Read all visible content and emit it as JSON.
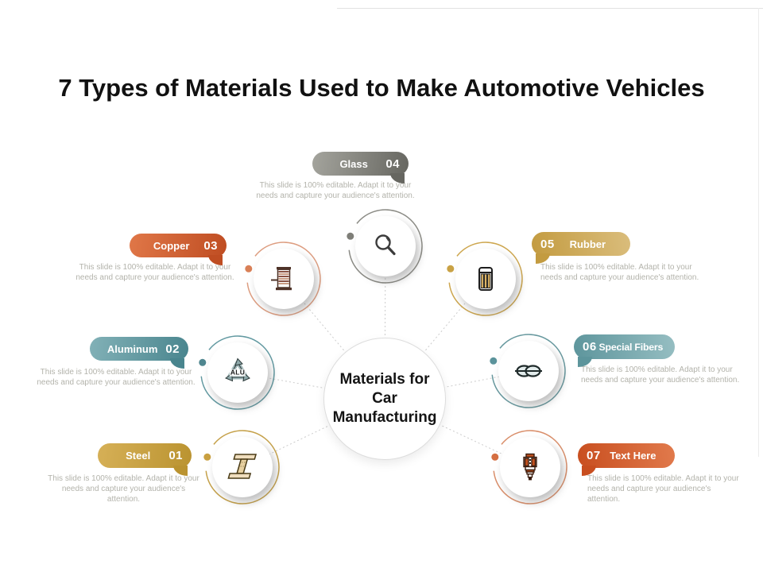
{
  "title": "7 Types of Materials Used to Make Automotive Vehicles",
  "center_label": "Materials for Car Manufacturing",
  "editable_note": "This slide is 100% editable. Adapt it to your needs and capture your audience's attention.",
  "items": [
    {
      "number": "01",
      "label": "Steel",
      "icon": "steel-ibeam-icon",
      "colors": {
        "grad_light": "#d6b057",
        "grad_dark": "#ba9330",
        "ring": "#c5a14a",
        "dot": "#c9a041"
      }
    },
    {
      "number": "02",
      "label": "Aluminum",
      "icon": "aluminum-recycle-icon",
      "colors": {
        "grad_light": "#82b1b7",
        "grad_dark": "#49858e",
        "ring": "#6299a1",
        "dot": "#4f868f"
      }
    },
    {
      "number": "03",
      "label": "Copper",
      "icon": "copper-coil-icon",
      "colors": {
        "grad_light": "#e07748",
        "grad_dark": "#bf4d22",
        "ring": "#dd9d80",
        "dot": "#d98057"
      }
    },
    {
      "number": "04",
      "label": "Glass",
      "icon": "magnifier-icon",
      "colors": {
        "grad_light": "#a4a49d",
        "grad_dark": "#666660",
        "ring": "#8b8b85",
        "dot": "#7e7e78"
      }
    },
    {
      "number": "05",
      "label": "Rubber",
      "icon": "tire-tread-icon",
      "colors": {
        "grad_light": "#dabd7c",
        "grad_dark": "#c39b40",
        "ring": "#cda64e",
        "dot": "#c9a245"
      }
    },
    {
      "number": "06",
      "label": "Special Fibers",
      "icon": "fiber-knot-icon",
      "colors": {
        "grad_light": "#96bec2",
        "grad_dark": "#5d959c",
        "ring": "#67989e",
        "dot": "#5b939b"
      }
    },
    {
      "number": "07",
      "label": "Text Here",
      "icon": "spark-plug-icon",
      "colors": {
        "grad_light": "#e17a4c",
        "grad_dark": "#c84e1f",
        "ring": "#d98e6a",
        "dot": "#d56f42"
      }
    }
  ]
}
